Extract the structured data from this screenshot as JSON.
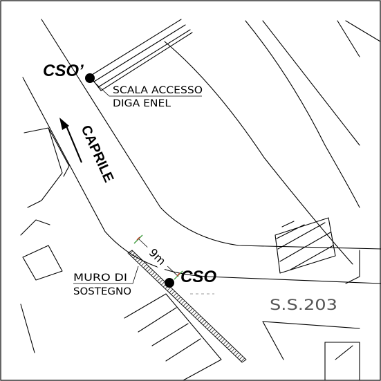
{
  "labels": {
    "cso_upper": "CSO’",
    "cso_lower": "CSO",
    "direction": "CAPRILE",
    "stair_line1": "SCALA ACCESSO",
    "stair_line2": "DIGA ENEL",
    "wall_line1": "MURO DI",
    "wall_line2": "SOSTEGNO",
    "road": "S.S.203",
    "distance": "9m"
  },
  "colors": {
    "ink": "#000000",
    "road_label": "#555555",
    "dimension_tick": "#3a9a3a",
    "dimension_tick_alt": "#c0392b",
    "background": "#ffffff"
  }
}
